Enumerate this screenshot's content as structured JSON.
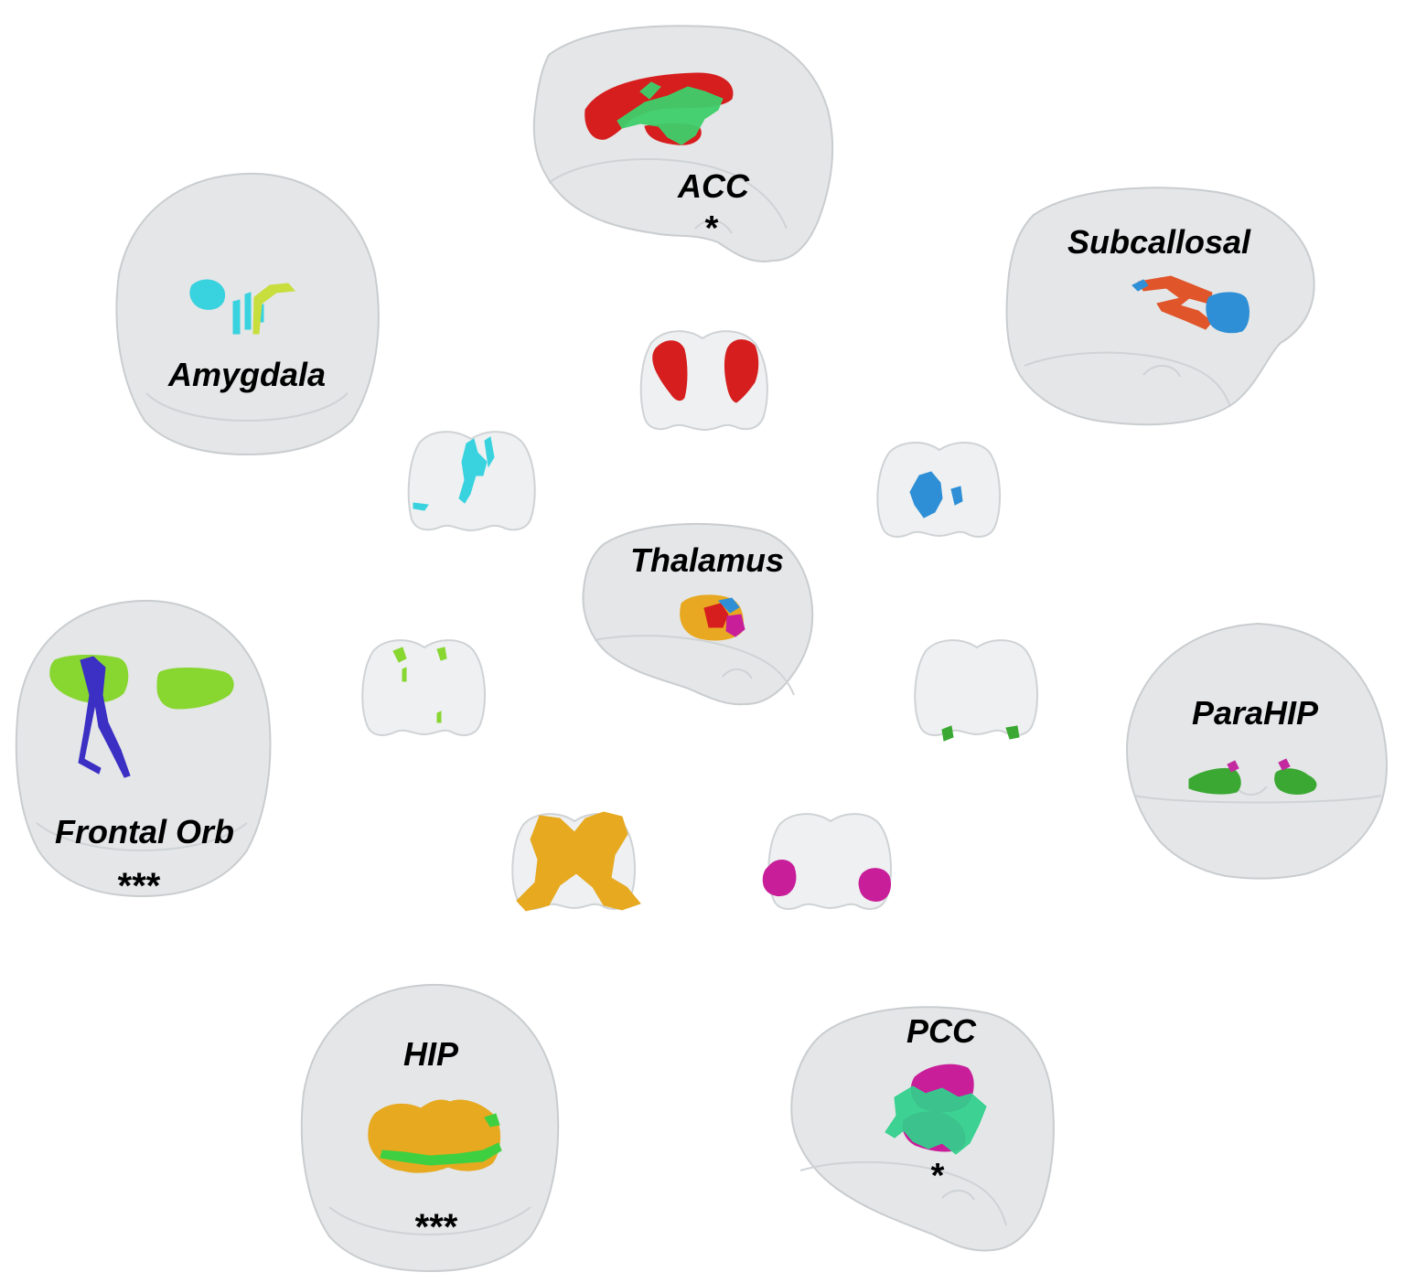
{
  "regions": {
    "acc": {
      "label": "ACC",
      "significance": "*",
      "color": "#d61e1e",
      "tract_color": "#3ecf6a"
    },
    "amygdala": {
      "label": "Amygdala",
      "significance": "",
      "color": "#39d2df",
      "tract_color": "#c8de3c"
    },
    "subcallosal": {
      "label": "Subcallosal",
      "significance": "",
      "color": "#2e8fd6",
      "tract_color": "#e0552a"
    },
    "thalamus": {
      "label": "Thalamus",
      "significance": "",
      "color": "#e8a821"
    },
    "frontal_orb": {
      "label": "Frontal Orb",
      "significance": "***",
      "color": "#88d630",
      "tract_color": "#3b2fc4"
    },
    "parahip": {
      "label": "ParaHIP",
      "significance": "",
      "color": "#3aa832",
      "tract_color": "#c42aa0"
    },
    "hip": {
      "label": "HIP",
      "significance": "***",
      "color": "#e6a920",
      "tract_color": "#3ed040"
    },
    "pcc": {
      "label": "PCC",
      "significance": "*",
      "color": "#c81e9a",
      "tract_color": "#2fd08c"
    }
  }
}
